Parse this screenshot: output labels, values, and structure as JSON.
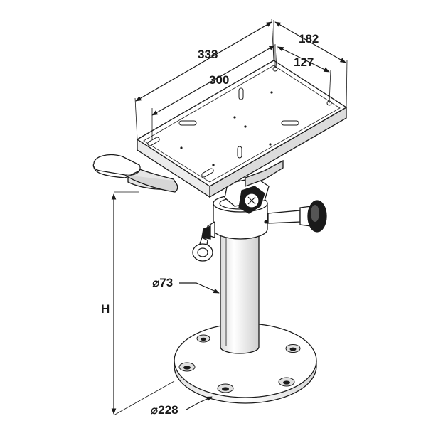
{
  "dimensions": {
    "plate_length_outer": "338",
    "plate_length_inner": "300",
    "plate_width_outer": "182",
    "plate_width_inner": "127",
    "column_diameter": "⌀73",
    "base_diameter": "⌀228",
    "height": "H"
  },
  "colors": {
    "line": "#1a1a1a",
    "fill_light": "#ffffff",
    "fill_shade": "#e6e6e6",
    "fill_mid": "#cfcfcf"
  },
  "icons": [
    "diameter-symbol"
  ]
}
